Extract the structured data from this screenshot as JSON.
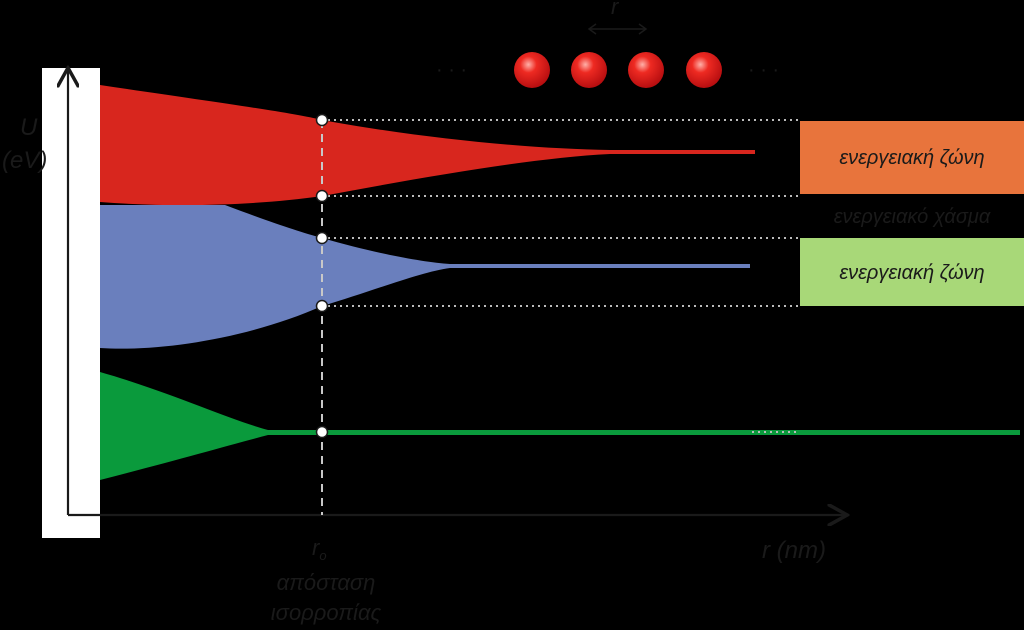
{
  "axes": {
    "y_label_line1": "U",
    "y_label_line2": "(eV)",
    "x_label": "r (nm)"
  },
  "spacing_label": "r",
  "equilibrium": {
    "symbol": "r",
    "subscript": "o",
    "caption_line1": "απόσταση",
    "caption_line2": "ισορροπίας"
  },
  "boxes": {
    "upper_band": "ενεργειακή ζώνη",
    "gap": "ενεργειακό χάσμα",
    "lower_band": "ενεργειακή ζώνη"
  },
  "dots": {
    "left": "· · ·",
    "right": "· · ·"
  },
  "colors": {
    "background": "#000000",
    "red_band": "#d8261e",
    "blue_band": "#6a7fbd",
    "green_band": "#0a9a3c",
    "orange_box": "#e8743c",
    "light_green_box": "#a8d878",
    "atom": "#e4181c",
    "axis": "#1a1a1a",
    "dotted_line": "#bbbbbb",
    "dashed_line": "#c8c8c8"
  }
}
